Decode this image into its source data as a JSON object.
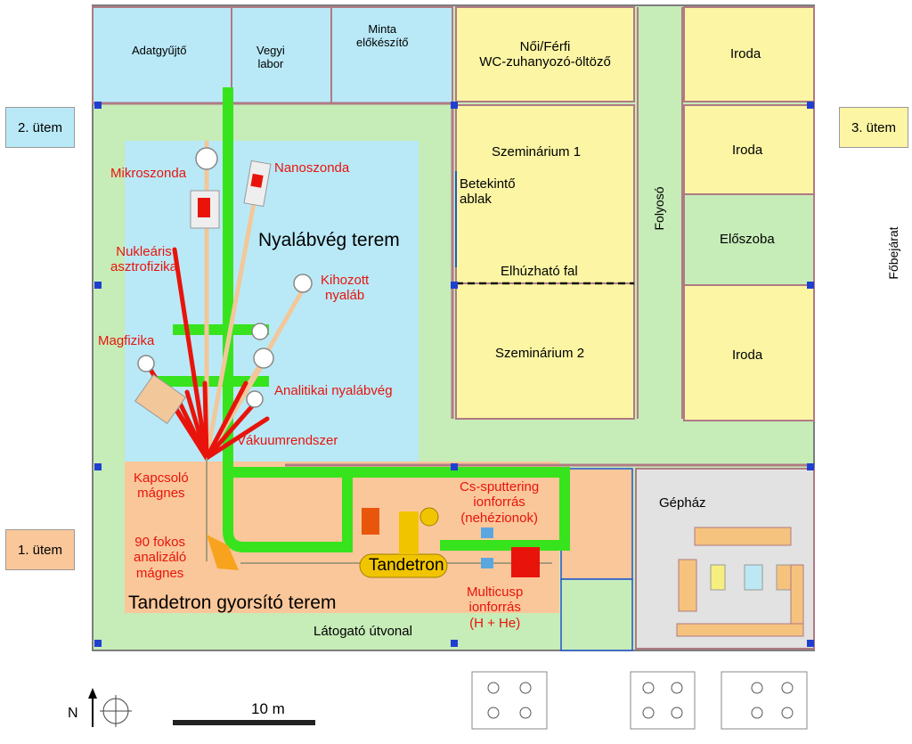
{
  "phases": {
    "phase2": "2. ütem",
    "phase3": "3. ütem",
    "phase1": "1. ütem"
  },
  "rooms": {
    "data_collector": "Adatgyűjtő",
    "chem_lab": "Vegyi\nlabor",
    "sample_prep": "Minta\nelőkészítő",
    "wc": "Női/Férfi\nWC-zuhanyozó-öltöző",
    "office_top": "Iroda",
    "seminar1": "Szeminárium 1",
    "office_mid": "Iroda",
    "viewing_window": "Betekintő\nablak",
    "sliding_wall": "Elhúzható fal",
    "corridor": "Folyosó",
    "lobby": "Előszoba",
    "main_entrance": "Főbejárat",
    "seminar2": "Szeminárium 2",
    "office_low": "Iroda",
    "beam_hall": "Nyalábvég terem",
    "accelerator_hall": "Tandetron gyorsító terem",
    "machine_room": "Gépház",
    "visitor_route": "Látogató útvonal"
  },
  "beamlines": {
    "microprobe": "Mikroszonda",
    "nanoprobe": "Nanoszonda",
    "nuclear_astro": "Nukleáris\nasztrofizika",
    "extracted_beam": "Kihozott\nnyaláb",
    "nuclear_physics": "Magfizika",
    "analytical": "Analitikai nyalábvég",
    "vacuum": "Vákuumrendszer",
    "switching_magnet": "Kapcsoló\nmágnes",
    "analyzing_magnet": "90 fokos\nanalizáló\nmágnes",
    "cs_source": "Cs-sputtering\nionforrás\n(nehézionok)",
    "multicusp": "Multicusp\nionforrás\n(H + He)",
    "tandetron": "Tandetron"
  },
  "scale": {
    "label": "10 m",
    "north": "N"
  },
  "colors": {
    "light_blue": "#b9e9f7",
    "yellow": "#fbf5a4",
    "light_green": "#c6ecb8",
    "orange": "#fac79a",
    "grey": "#e2e2e2",
    "green_pipe": "#37e31c",
    "red": "#e8140c",
    "beam_tan": "#f2c79a",
    "wall": "#b07a84"
  }
}
